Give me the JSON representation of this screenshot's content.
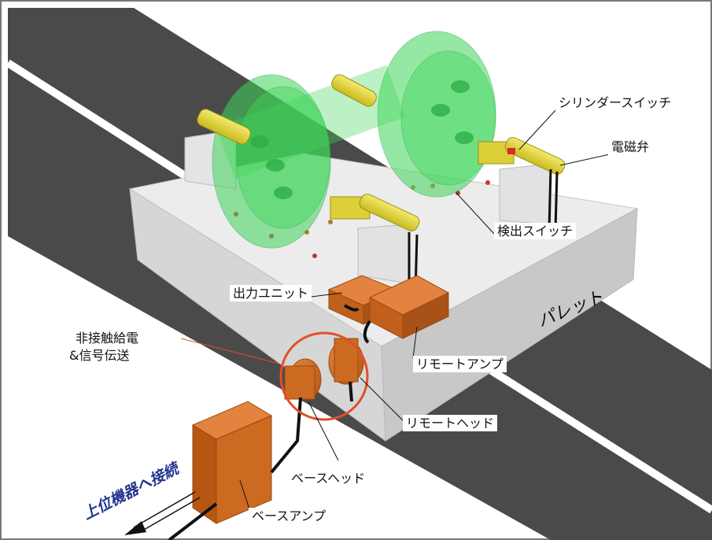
{
  "labels": {
    "cylinder_switch": "シリンダースイッチ",
    "solenoid_valve": "電磁弁",
    "detection_switch": "検出スイッチ",
    "output_unit": "出力ユニット",
    "pallet": "パレット",
    "contactless_line1": "非接触給電",
    "contactless_line2": "&信号伝送",
    "remote_amp": "リモートアンプ",
    "remote_head": "リモートヘッド",
    "base_head": "ベースヘッド",
    "base_amp": "ベースアンプ",
    "connect_upper": "上位機器へ接続"
  },
  "colors": {
    "road": "#4a4a4a",
    "road_line": "#ffffff",
    "pallet_top": "#e9e9e9",
    "pallet_side": "#cfcfcf",
    "cylinder": "#3fd65a",
    "yellow_part": "#e2d63a",
    "orange_part": "#cc6a22",
    "red_circle": "#e0502a",
    "blue_text": "#23358f"
  }
}
